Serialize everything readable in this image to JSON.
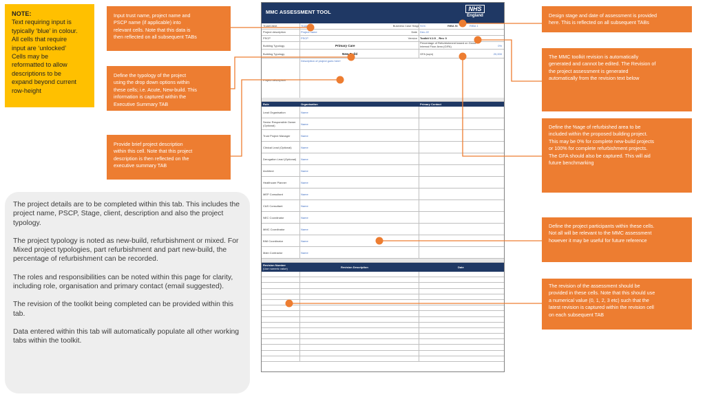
{
  "note": {
    "title": "NOTE:",
    "lines": [
      "Text requiring input is",
      "typically ‘blue’ in colour.",
      "All cells that require",
      "input are ‘unlocked’",
      "Cells may be",
      "reformatted to allow",
      "descriptions to be",
      "expand beyond current",
      "row-height"
    ]
  },
  "callouts": {
    "trust_name": [
      "Input trust name, project name and",
      "PSCP name (if applicable) into",
      "relevant cells. Note that this data is",
      "then reflected on all subsequent TABs"
    ],
    "typology": [
      "Define the typology of the project",
      "using the drop down options within",
      "these cells; i.e. Acute, New-build. This",
      "information is captured within the",
      "Executive Summary TAB"
    ],
    "description": [
      "Provide brief project description",
      "within this cell. Note that this project",
      "description is then reflected on the",
      "executive summary TAB"
    ],
    "design_stage": [
      "Design stage and date of assessment is provided",
      "here. This is reflected on all subsequent TABs"
    ],
    "toolkit_revision": [
      "The MMC toolkit revision is automatically",
      "generated and cannot be edited. The Revision of",
      "the project assessment is generated",
      "automatically from the revision text below"
    ],
    "refurbishment": [
      "Define the %age of refurbished area to be",
      "included within the proposed building project.",
      "This may be 0% for complete new-build projects",
      "or 100% for complete refurbishment projects.",
      "The GFA should also be captured. This will aid",
      "future benchmarking"
    ],
    "participants": [
      "Define the project participants within these cells.",
      "Not all will be relevant to the MMC assessment",
      "however it may be useful for future reference"
    ],
    "revision_assessment": [
      "The revision of the assessment should be",
      "provided in these cells. Note that this should use",
      "a numerical value (0, 1, 2, 3 etc) such that the",
      "latest revision is captured within the revision cell",
      "on each subsequent TAB"
    ]
  },
  "summary": {
    "paragraphs": [
      "The project details are to be completed within this tab. This includes the project name, PSCP, Stage, client, description and also the project typology.",
      "The project typology is noted as new-build, refurbishment or mixed. For Mixed project typologies, part refurbishment and part new-build, the percentage of refurbishment can be recorded.",
      "The roles and responsibilities can be noted within this page for clarity, including role, organisation and primary contact (email suggested).",
      "The revision of the toolkit being completed can be provided within this tab.",
      "Data entered within this tab will automatically populate all other working tabs within the toolkit."
    ]
  },
  "sheet": {
    "title": "MMC ASSESSMENT TOOL",
    "logo": "NHS",
    "logo_sub": "England",
    "fields": {
      "trust_label": "Trust/Client",
      "trust_value": "Trust",
      "business_case_label": "Business Case Stage",
      "business_case_value": "SOC",
      "riba_label": "RIBA St",
      "riba_value": "RIBA 1",
      "project_desc_label": "Project description",
      "project_name_value": "Project name",
      "date_label": "Date",
      "date_value": "Dec-22",
      "pscp_label": "PSCP",
      "pscp_value": "PSCP",
      "version_label": "Version",
      "version_value": "Toolkit V.2.5 _ Rev. 0",
      "typology_label": "Building Typology",
      "typology_value": "Primary Care",
      "refurb_label": "Percentage of Refurbishment based on Gross Internal Floor Area (GIFA)",
      "refurb_value": "0%",
      "typology2_label": "Building Typology",
      "typology2_value": "New Build",
      "gfa_label": "GFA (sqm)",
      "gfa_value": "20,000",
      "description_placeholder": "Description of project goes here!",
      "description_label": "Project description"
    },
    "roles_header": {
      "role": "Role",
      "organisation": "Organisation",
      "contact": "Primary Contact"
    },
    "roles": [
      {
        "role": "Lead Organisation",
        "org": "Name"
      },
      {
        "role": "Senior Responsible Owner (Optional)",
        "org": "Name"
      },
      {
        "role": "Trust Project Manager",
        "org": "Name"
      },
      {
        "role": "Clinical Lead (Optional)",
        "org": "Name"
      },
      {
        "role": "Derogation Lead (Optional)",
        "org": "Name"
      },
      {
        "role": "Architect",
        "org": "Name"
      },
      {
        "role": "Healthcare Planner",
        "org": "Name"
      },
      {
        "role": "MEP Consultant",
        "org": "Name"
      },
      {
        "role": "C&S Consultant",
        "org": "Name"
      },
      {
        "role": "NEC Coordinator",
        "org": "Name"
      },
      {
        "role": "MMC Coordinator",
        "org": "Name"
      },
      {
        "role": "BIM Coordinator",
        "org": "Name"
      },
      {
        "role": "Main Contractor",
        "org": "Name"
      }
    ],
    "revision_header": {
      "number": "Revision Number",
      "number_hint": "(Use numeric value)",
      "description": "Revision Description",
      "date": "Date"
    },
    "revision_row_count": 16
  },
  "colors": {
    "callout": "#ed7d31",
    "note": "#ffc000",
    "header": "#1f3864",
    "input_text": "#4472c4"
  }
}
